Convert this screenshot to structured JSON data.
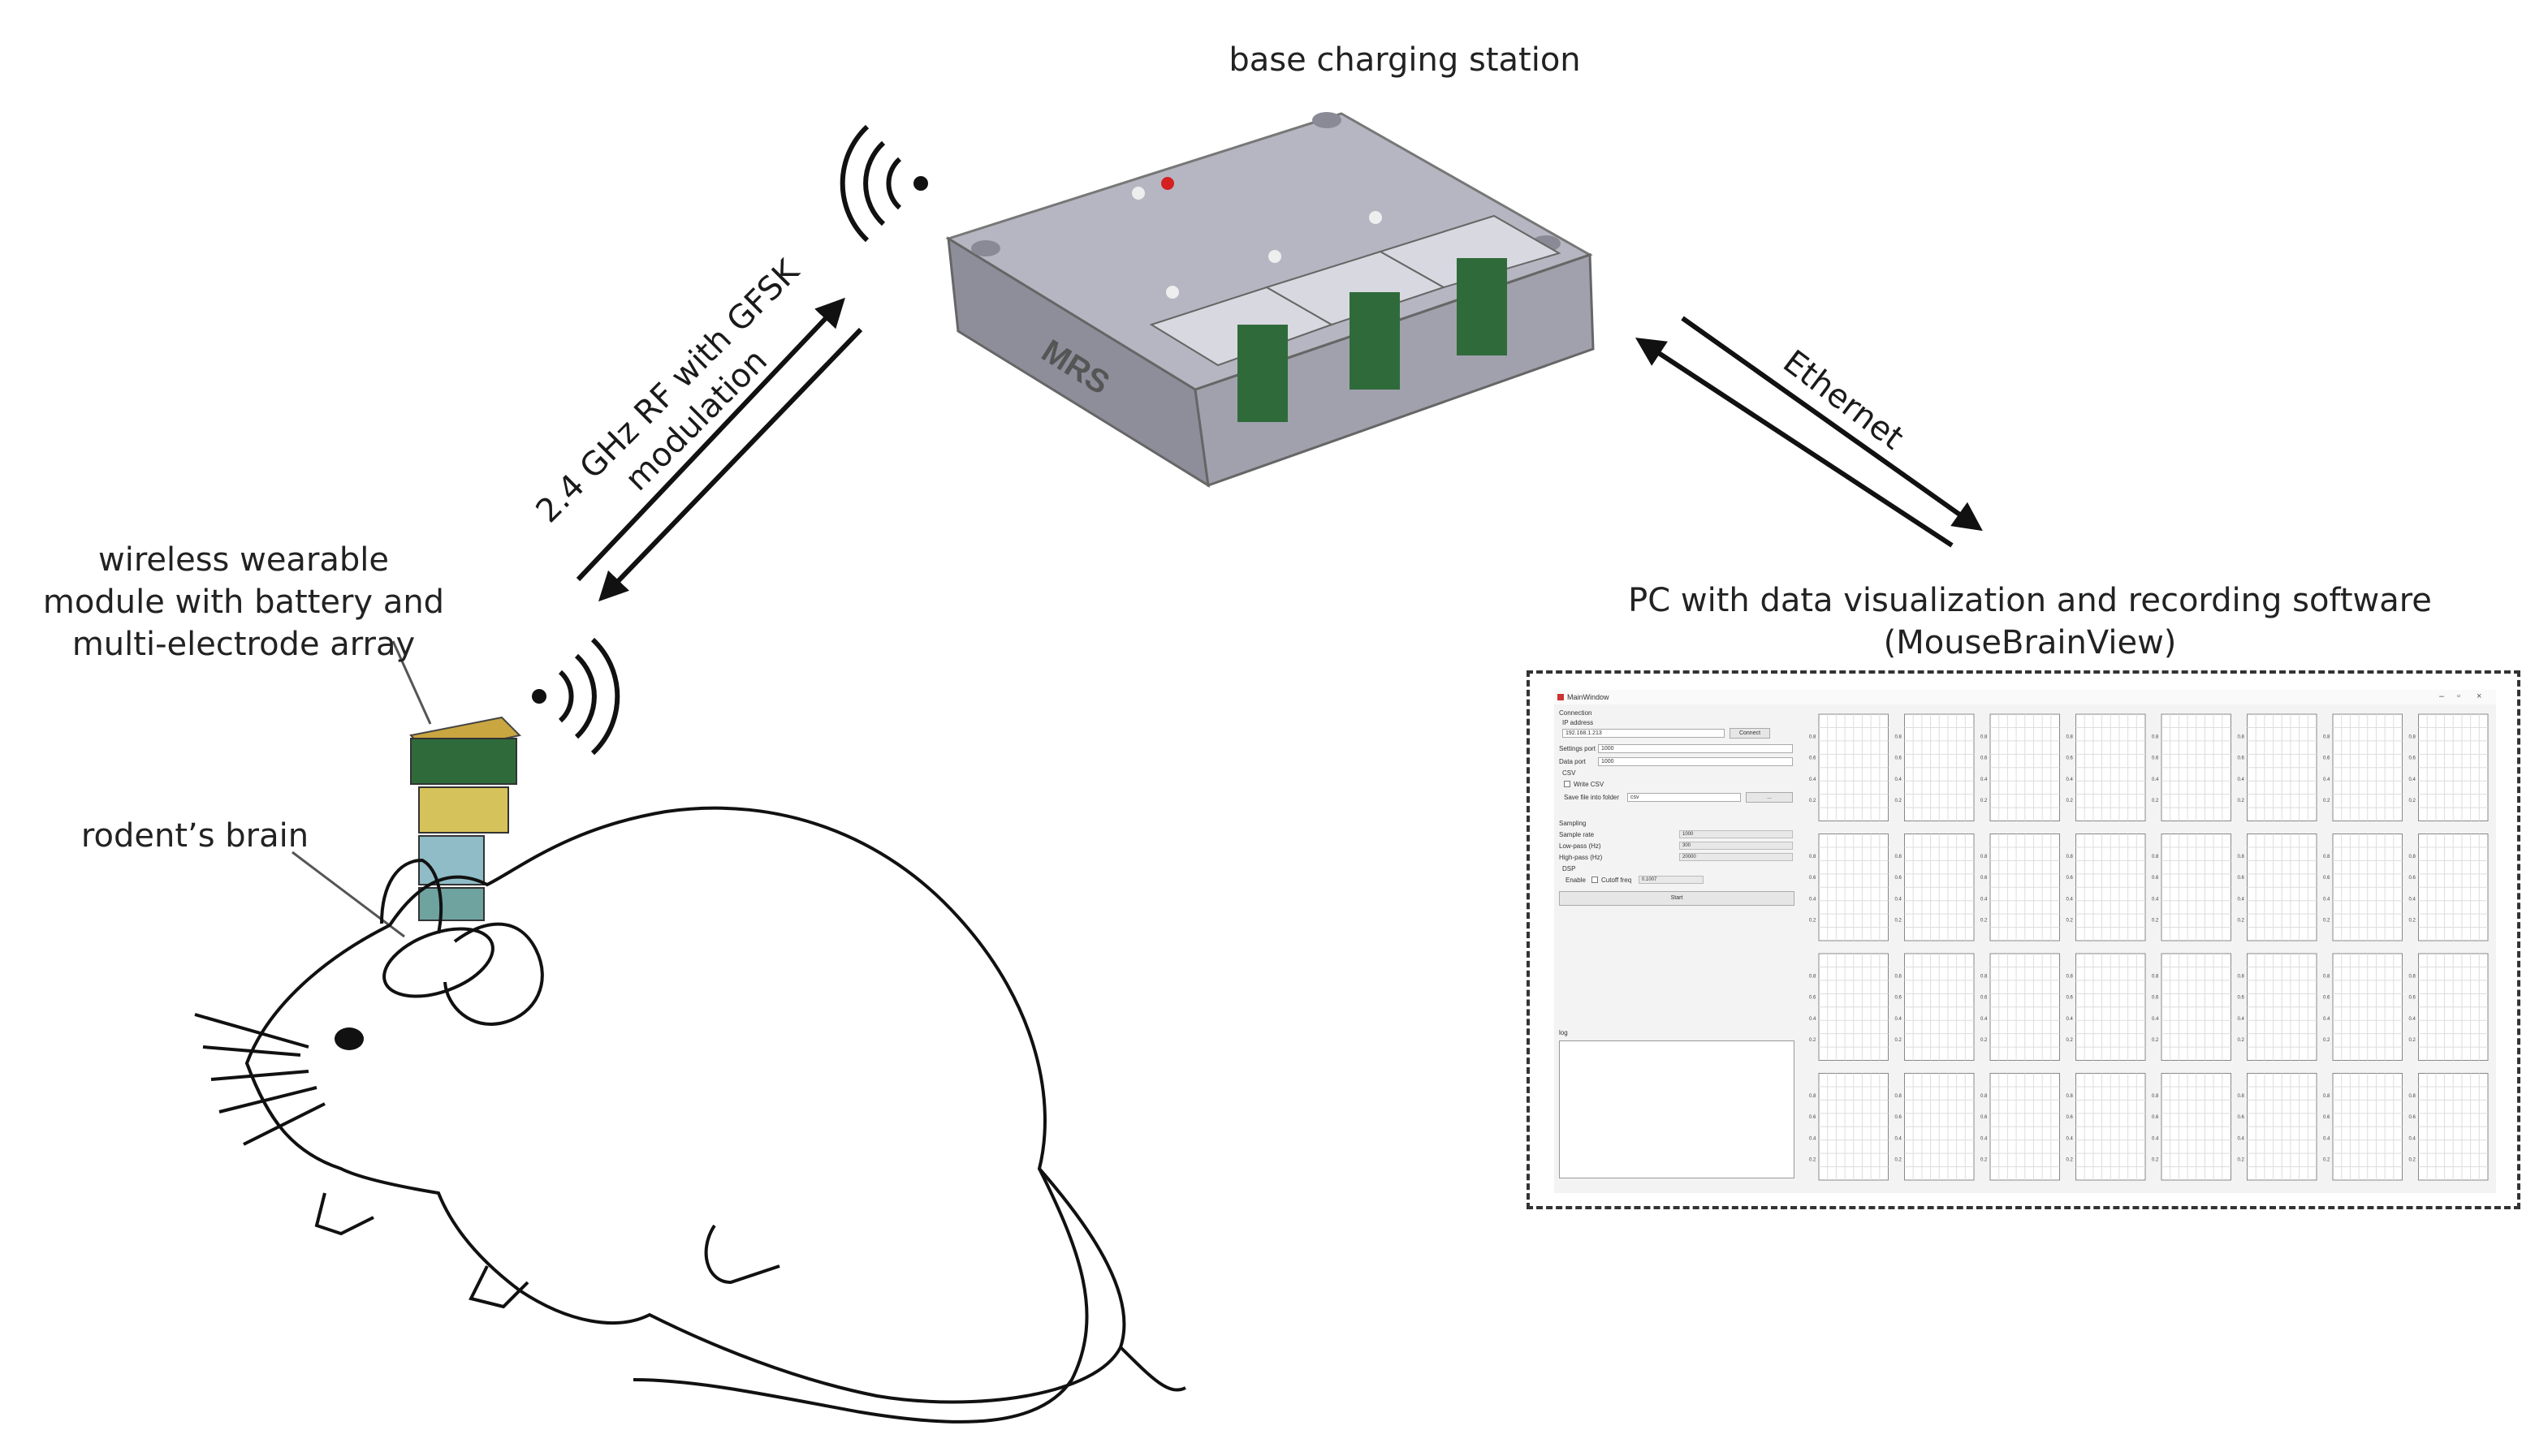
{
  "labels": {
    "station": "base charging station",
    "pc_line1": "PC with data visualization and recording software",
    "pc_line2": "(MouseBrainView)",
    "module_line1": "wireless wearable",
    "module_line2": "module with battery and",
    "module_line3": "multi-electrode array",
    "brain": "rodent’s brain",
    "rf_line1": "2.4 GHz RF with GFSK",
    "rf_line2": "modulation",
    "ethernet": "Ethernet",
    "device_mark": "MRS"
  },
  "software": {
    "window_title": "MainWindow",
    "connection_header": "Connection",
    "ip_label": "IP address",
    "ip_value": "192.168.1.213",
    "connect_button": "Connect",
    "settings_port_label": "Settings port",
    "settings_port_value": "1000",
    "data_port_label": "Data port",
    "data_port_value": "1000",
    "csv_label": "CSV",
    "write_csv_label": "Write CSV",
    "save_folder_label": "Save file into folder",
    "save_folder_value": "csv",
    "browse_button": "...",
    "sampling_header": "Sampling",
    "sample_rate_label": "Sample rate",
    "sample_rate_value": "1000",
    "low_pass_label": "Low-pass (Hz)",
    "low_pass_value": "300",
    "high_pass_label": "High-pass (Hz)",
    "high_pass_value": "20000",
    "dsp_label": "DSP",
    "enable_label": "Enable",
    "cutoff_label": "Cutoff freq",
    "cutoff_value": "0.1007",
    "start_button": "Start",
    "log_header": "log",
    "plot_tick_labels": [
      "0.8",
      "0.6",
      "0.4",
      "0.2"
    ],
    "plot_rows": 4,
    "plot_cols": 8
  },
  "colors": {
    "arrow": "#111111",
    "device_body": "#9a9aa6",
    "device_top": "#b3b3bf",
    "pcb_green": "#2f6b3a",
    "led_red": "#d42020"
  }
}
